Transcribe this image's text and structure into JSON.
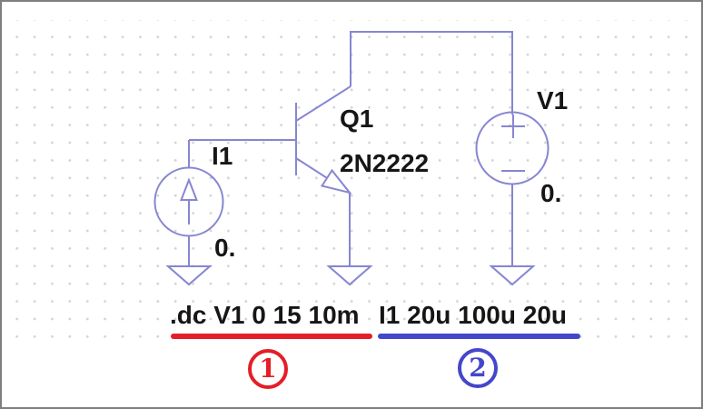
{
  "app": {
    "name": "LTspice schematic view"
  },
  "colors": {
    "wire": "#8686d2",
    "component_text": "#161616",
    "annotation_red": "#e41e28",
    "annotation_blue": "#4447c9",
    "grid_dot": "#d4d4d4",
    "frame_border": "#7e7e7e",
    "background": "#ffffff"
  },
  "components": {
    "transistor": {
      "ref": "Q1",
      "model": "2N2222"
    },
    "current_source": {
      "ref": "I1",
      "value": "0."
    },
    "voltage_source": {
      "ref": "V1",
      "value": "0."
    }
  },
  "directive": {
    "dc_sweep": ".dc V1 0 15 10m",
    "current_list": "I1 20u 100u 20u"
  },
  "annotations": [
    {
      "number": "1",
      "color": "#e41e28"
    },
    {
      "number": "2",
      "color": "#4447c9"
    }
  ]
}
